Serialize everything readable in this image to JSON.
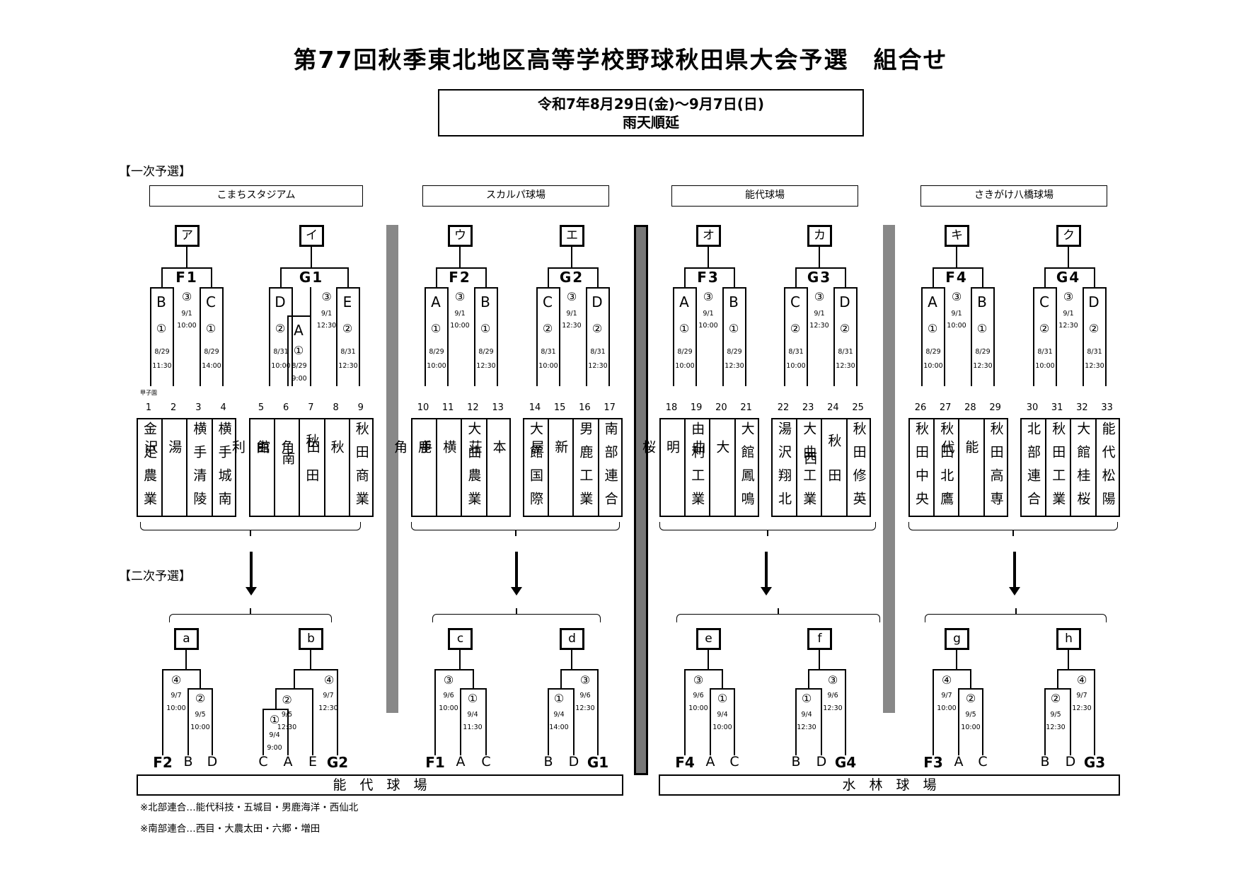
{
  "title": "第77回秋季東北地区高等学校野球秋田県大会予選　組合せ",
  "dates": "令和7年8月29日(金)～9月7日(日)",
  "rain_note": "雨天順延",
  "section_first": "【一次予選】",
  "section_second": "【二次予選】",
  "venues": [
    "こまちスタジアム",
    "スカルパ球場",
    "能代球場",
    "さきがけ八橋球場"
  ],
  "koshien_mark": "甲子園",
  "groups": [
    {
      "top": "ア",
      "name": "F1",
      "left": "B",
      "left_seed": "①",
      "right": "C",
      "right_seed": "①",
      "final_round": "③",
      "final_date": "9/1",
      "final_time": "10:00",
      "left_date": "8/29",
      "left_time": "11:30",
      "right_date": "8/29",
      "right_time": "14:00"
    },
    {
      "top": "イ",
      "name": "G1",
      "left": "D",
      "left_seed": "②",
      "mid": "A",
      "mid_seed": "①",
      "right": "E",
      "right_seed": "②",
      "final_round": "③",
      "final_date": "9/1",
      "final_time": "12:30",
      "left_date": "8/31",
      "left_time": "10:00",
      "mid_date": "8/29",
      "mid_time": "9:00",
      "right_date": "8/31",
      "right_time": "12:30"
    },
    {
      "top": "ウ",
      "name": "F2",
      "left": "A",
      "left_seed": "①",
      "right": "B",
      "right_seed": "①",
      "final_round": "③",
      "final_date": "9/1",
      "final_time": "10:00",
      "left_date": "8/29",
      "left_time": "10:00",
      "right_date": "8/29",
      "right_time": "12:30"
    },
    {
      "top": "エ",
      "name": "G2",
      "left": "C",
      "left_seed": "②",
      "right": "D",
      "right_seed": "②",
      "final_round": "③",
      "final_date": "9/1",
      "final_time": "12:30",
      "left_date": "8/31",
      "left_time": "10:00",
      "right_date": "8/31",
      "right_time": "12:30"
    },
    {
      "top": "オ",
      "name": "F3",
      "left": "A",
      "left_seed": "①",
      "right": "B",
      "right_seed": "①",
      "final_round": "③",
      "final_date": "9/1",
      "final_time": "10:00",
      "left_date": "8/29",
      "left_time": "10:00",
      "right_date": "8/29",
      "right_time": "12:30"
    },
    {
      "top": "カ",
      "name": "G3",
      "left": "C",
      "left_seed": "②",
      "right": "D",
      "right_seed": "②",
      "final_round": "③",
      "final_date": "9/1",
      "final_time": "12:30",
      "left_date": "8/31",
      "left_time": "10:00",
      "right_date": "8/31",
      "right_time": "12:30"
    },
    {
      "top": "キ",
      "name": "F4",
      "left": "A",
      "left_seed": "①",
      "right": "B",
      "right_seed": "①",
      "final_round": "③",
      "final_date": "9/1",
      "final_time": "10:00",
      "left_date": "8/29",
      "left_time": "10:00",
      "right_date": "8/29",
      "right_time": "12:30"
    },
    {
      "top": "ク",
      "name": "G4",
      "left": "C",
      "left_seed": "②",
      "right": "D",
      "right_seed": "②",
      "final_round": "③",
      "final_date": "9/1",
      "final_time": "12:30",
      "left_date": "8/31",
      "left_time": "10:00",
      "right_date": "8/31",
      "right_time": "12:30"
    }
  ],
  "teams": [
    {
      "no": "1",
      "name": "金足農業"
    },
    {
      "no": "2",
      "name": "湯沢"
    },
    {
      "no": "3",
      "name": "横手清陵"
    },
    {
      "no": "4",
      "name": "横手城南"
    },
    {
      "no": "5",
      "name": "由利"
    },
    {
      "no": "6",
      "name": "角館"
    },
    {
      "no": "7",
      "name": "秋田南"
    },
    {
      "no": "8",
      "name": "秋田"
    },
    {
      "no": "9",
      "name": "秋田商業"
    },
    {
      "no": "10",
      "name": "鹿角"
    },
    {
      "no": "11",
      "name": "横手"
    },
    {
      "no": "12",
      "name": "大曲農業"
    },
    {
      "no": "13",
      "name": "本荘"
    },
    {
      "no": "14",
      "name": "大館国際"
    },
    {
      "no": "15",
      "name": "新屋"
    },
    {
      "no": "16",
      "name": "男鹿工業"
    },
    {
      "no": "17",
      "name": "南部連合"
    },
    {
      "no": "18",
      "name": "明桜"
    },
    {
      "no": "19",
      "name": "由利工業"
    },
    {
      "no": "20",
      "name": "大曲"
    },
    {
      "no": "21",
      "name": "大館鳳鳴"
    },
    {
      "no": "22",
      "name": "湯沢翔北"
    },
    {
      "no": "23",
      "name": "大曲工業"
    },
    {
      "no": "24",
      "name": "秋田西"
    },
    {
      "no": "25",
      "name": "秋田修英"
    },
    {
      "no": "26",
      "name": "秋田中央"
    },
    {
      "no": "27",
      "name": "秋田北鷹"
    },
    {
      "no": "28",
      "name": "能代"
    },
    {
      "no": "29",
      "name": "秋田高専"
    },
    {
      "no": "30",
      "name": "北部連合"
    },
    {
      "no": "31",
      "name": "秋田工業"
    },
    {
      "no": "32",
      "name": "大館桂桜"
    },
    {
      "no": "33",
      "name": "能代松陽"
    }
  ],
  "second": [
    {
      "top": "a",
      "final_round": "④",
      "final_date": "9/7",
      "final_time": "10:00",
      "semi_round": "②",
      "semi_date": "9/5",
      "semi_time": "10:00",
      "slots": [
        "F2",
        "B",
        "D"
      ]
    },
    {
      "top": "b",
      "final_round": "④",
      "final_date": "9/7",
      "final_time": "12:30",
      "semi_round": "②",
      "semi_date": "9/5",
      "semi_time": "12:30",
      "q_round": "①",
      "q_date": "9/4",
      "q_time": "9:00",
      "slots": [
        "C",
        "A",
        "E",
        "G2"
      ]
    },
    {
      "top": "c",
      "final_round": "③",
      "final_date": "9/6",
      "final_time": "10:00",
      "semi_round": "①",
      "semi_date": "9/4",
      "semi_time": "11:30",
      "slots": [
        "F1",
        "A",
        "C"
      ]
    },
    {
      "top": "d",
      "final_round": "③",
      "final_date": "9/6",
      "final_time": "12:30",
      "semi_round": "①",
      "semi_date": "9/4",
      "semi_time": "14:00",
      "slots": [
        "B",
        "D",
        "G1"
      ]
    },
    {
      "top": "e",
      "final_round": "③",
      "final_date": "9/6",
      "final_time": "10:00",
      "semi_round": "①",
      "semi_date": "9/4",
      "semi_time": "10:00",
      "slots": [
        "F4",
        "A",
        "C"
      ]
    },
    {
      "top": "f",
      "final_round": "③",
      "final_date": "9/6",
      "final_time": "12:30",
      "semi_round": "①",
      "semi_date": "9/4",
      "semi_time": "12:30",
      "slots": [
        "B",
        "D",
        "G4"
      ]
    },
    {
      "top": "g",
      "final_round": "④",
      "final_date": "9/7",
      "final_time": "10:00",
      "semi_round": "②",
      "semi_date": "9/5",
      "semi_time": "10:00",
      "slots": [
        "F3",
        "A",
        "C"
      ]
    },
    {
      "top": "h",
      "final_round": "④",
      "final_date": "9/7",
      "final_time": "12:30",
      "semi_round": "②",
      "semi_date": "9/5",
      "semi_time": "12:30",
      "slots": [
        "B",
        "D",
        "G3"
      ]
    }
  ],
  "stadium_left": "能　代　球　場",
  "stadium_right": "水　林　球　場",
  "note1": "※北部連合…能代科技・五城目・男鹿海洋・西仙北",
  "note2": "※南部連合…西目・大農太田・六郷・増田"
}
